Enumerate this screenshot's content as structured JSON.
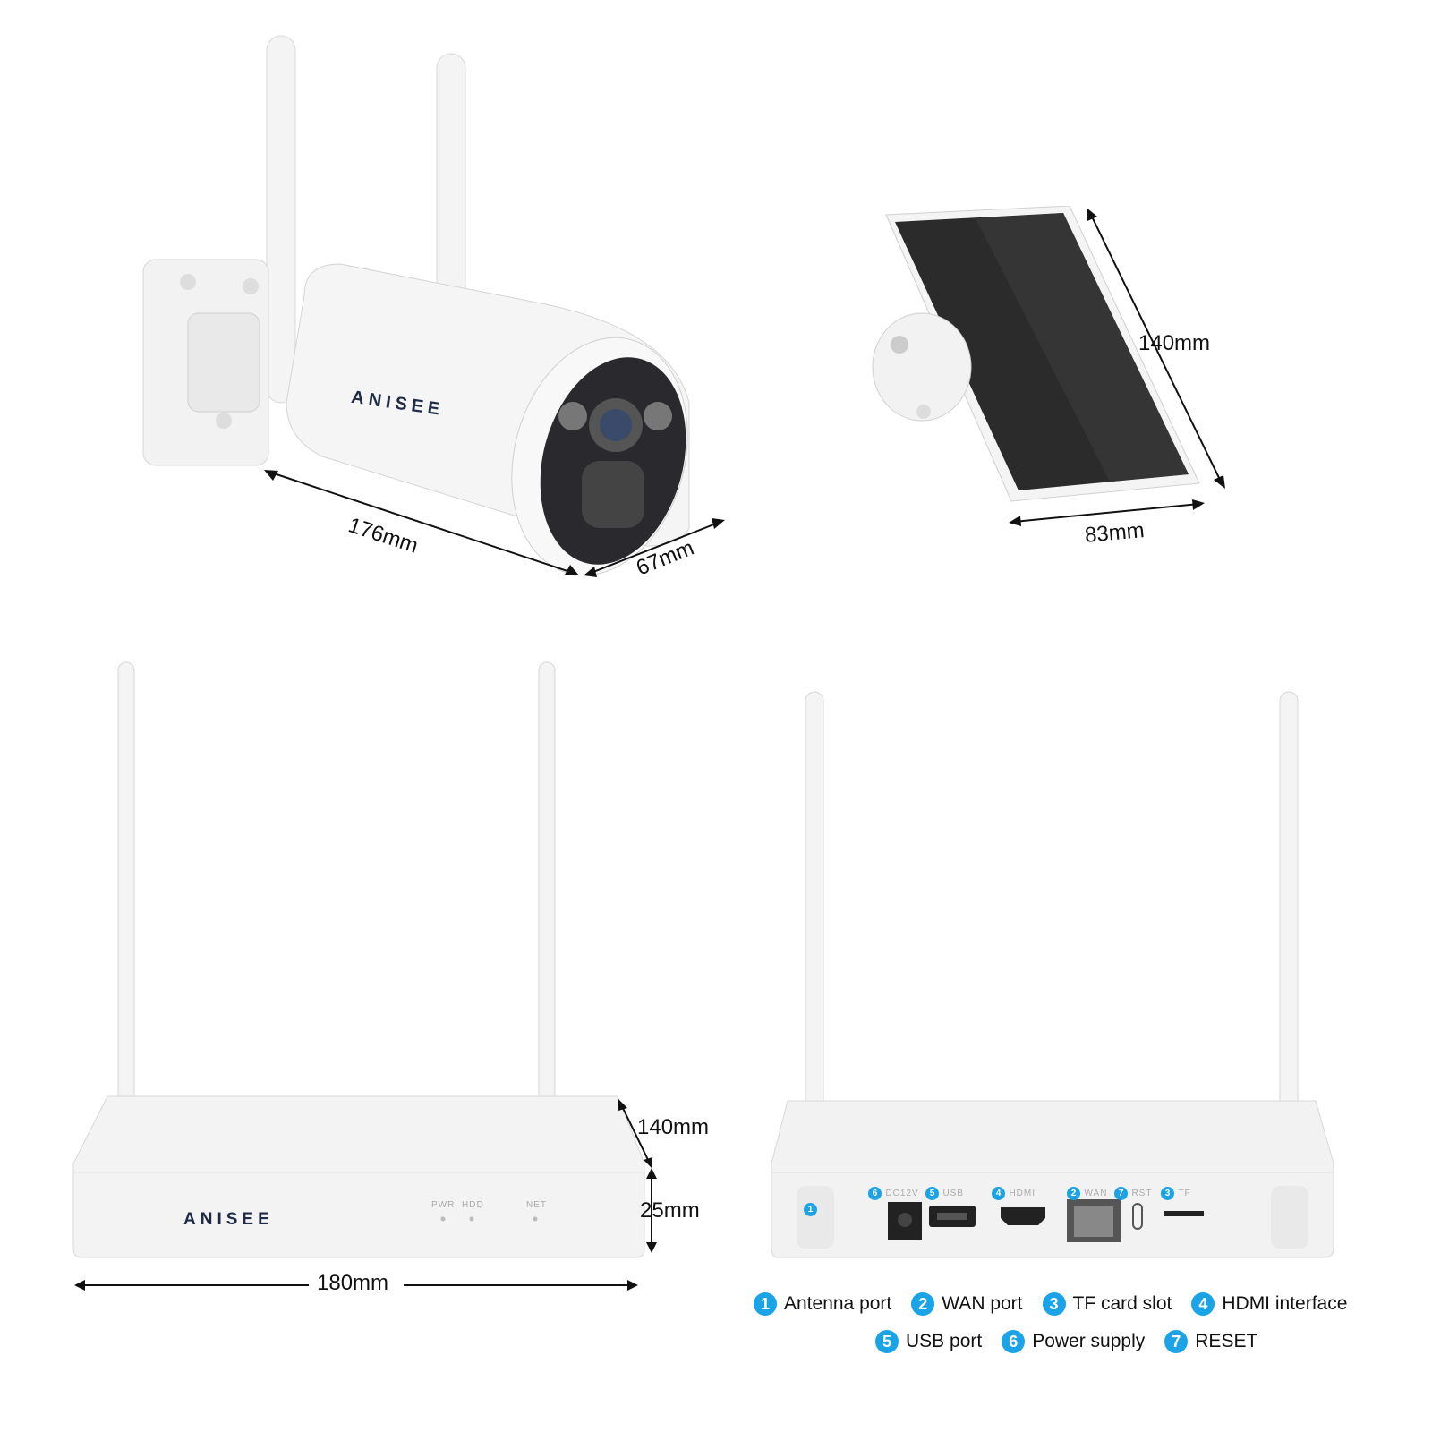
{
  "brand": "ANISEE",
  "colors": {
    "accent": "#1aa3e6",
    "panel": "#2b2b2b",
    "device": "#f2f2f2"
  },
  "camera": {
    "length_label": "176mm",
    "width_label": "67mm"
  },
  "solar": {
    "height_label": "140mm",
    "width_label": "83mm"
  },
  "nvr_front": {
    "depth_label": "140mm",
    "height_label": "25mm",
    "width_label": "180mm",
    "led_labels": [
      "PWR",
      "HDD",
      "NET"
    ]
  },
  "nvr_back": {
    "port_labels": [
      {
        "num": "1",
        "text": ""
      },
      {
        "num": "6",
        "text": "DC12V"
      },
      {
        "num": "5",
        "text": "USB"
      },
      {
        "num": "4",
        "text": "HDMI"
      },
      {
        "num": "2",
        "text": "WAN"
      },
      {
        "num": "7",
        "text": "RST"
      },
      {
        "num": "3",
        "text": "TF"
      }
    ]
  },
  "legend": [
    {
      "num": "1",
      "label": "Antenna port"
    },
    {
      "num": "2",
      "label": "WAN port"
    },
    {
      "num": "3",
      "label": "TF card slot"
    },
    {
      "num": "4",
      "label": "HDMI interface"
    },
    {
      "num": "5",
      "label": "USB port"
    },
    {
      "num": "6",
      "label": "Power supply"
    },
    {
      "num": "7",
      "label": "RESET"
    }
  ]
}
